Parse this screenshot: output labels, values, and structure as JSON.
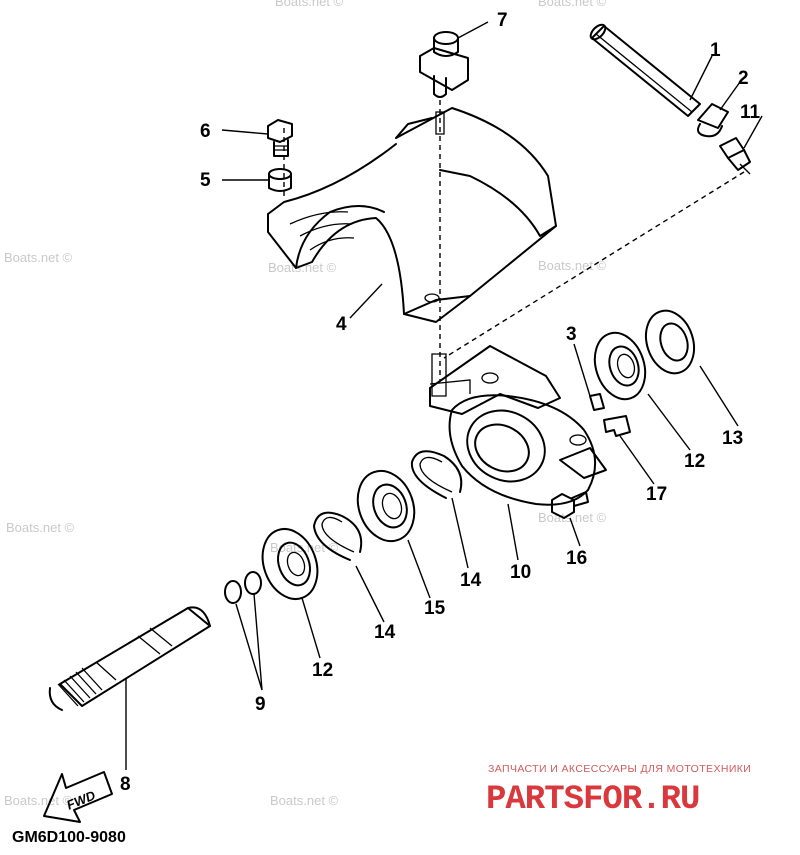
{
  "callouts": {
    "c1": "1",
    "c2": "2",
    "c3": "3",
    "c4": "4",
    "c5": "5",
    "c6": "6",
    "c7": "7",
    "c8": "8",
    "c9": "9",
    "c10": "10",
    "c11": "11",
    "c12a": "12",
    "c12b": "12",
    "c13": "13",
    "c14a": "14",
    "c14b": "14",
    "c15": "15",
    "c16": "16",
    "c17": "17"
  },
  "watermark": "Boats.net ©",
  "diagram_code": "GM6D100-9080",
  "fwd_label": "FWD",
  "brand": {
    "subtitle": "ЗАПЧАСТИ И АКСЕССУАРЫ ДЛЯ МОТОТЕХНИКИ",
    "name": "PARTSFOR.RU"
  }
}
